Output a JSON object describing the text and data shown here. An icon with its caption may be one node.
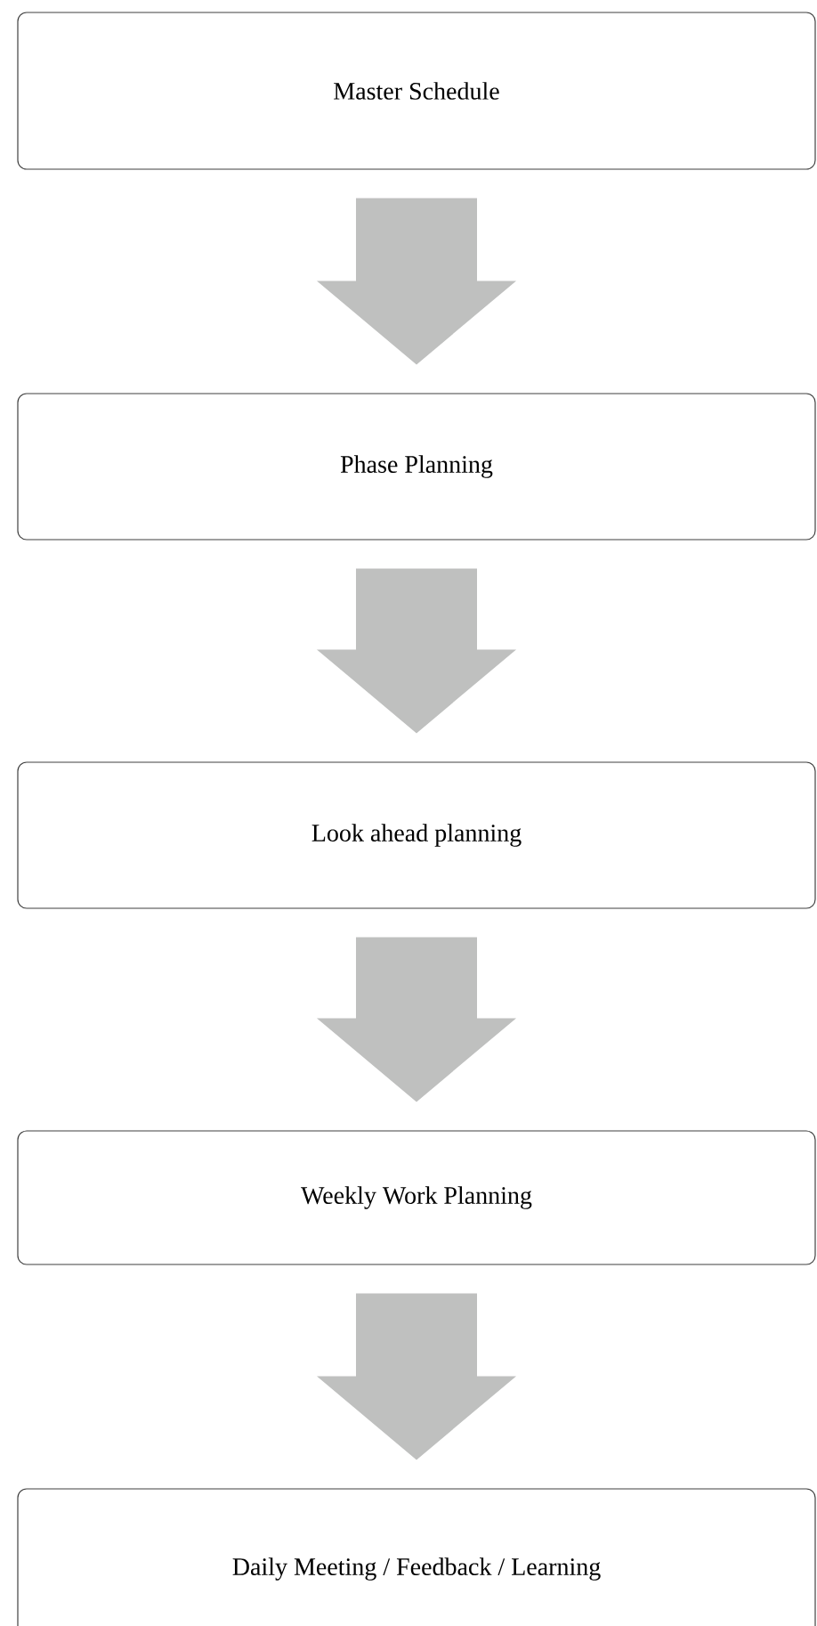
{
  "diagram": {
    "nodes": [
      {
        "text": [
          "Master Schedule"
        ]
      },
      {
        "text": [
          "Phase Planning"
        ]
      },
      {
        "text": [
          "Look ahead planning"
        ]
      },
      {
        "text": [
          "Weekly Work Planning"
        ]
      },
      {
        "text": [
          "Daily Meeting / Feedback / Learning"
        ]
      }
    ],
    "edges": [
      {
        "from": 0,
        "to": 1,
        "arrow": "to"
      },
      {
        "from": 1,
        "to": 2,
        "arrow": "to"
      },
      {
        "from": 2,
        "to": 3,
        "arrow": "to"
      },
      {
        "from": 3,
        "to": 4,
        "arrow": "to"
      }
    ]
  }
}
